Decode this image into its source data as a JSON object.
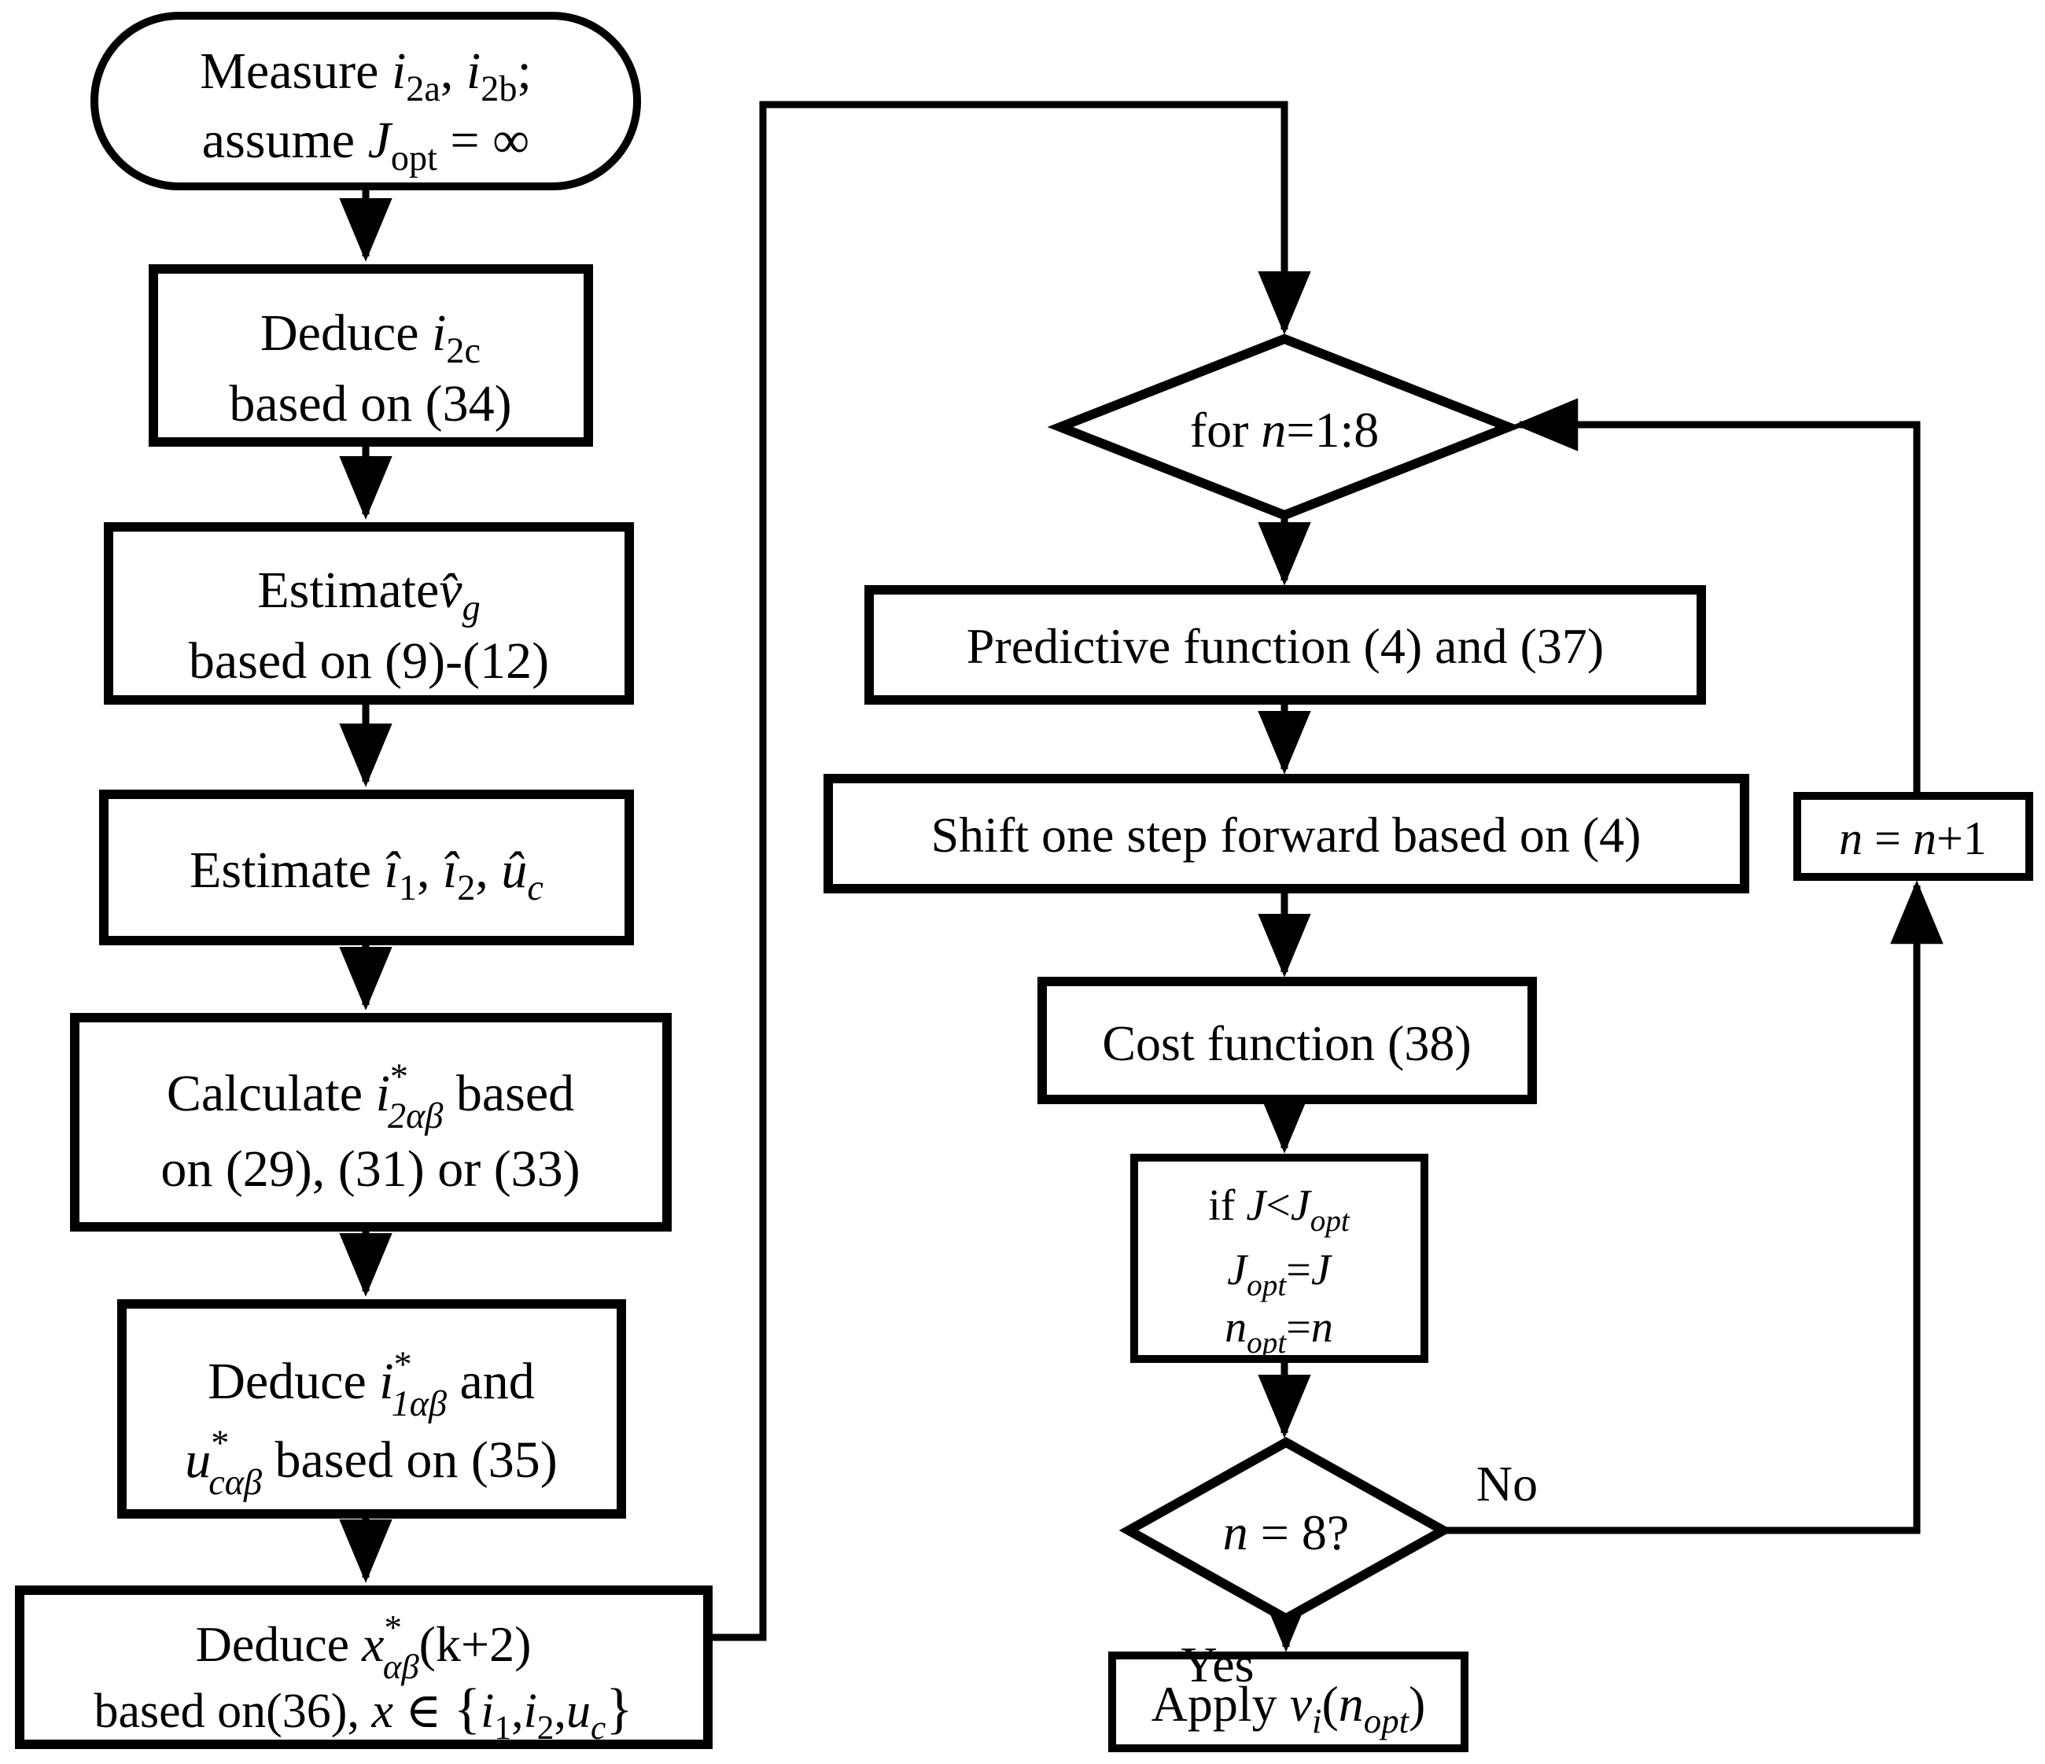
{
  "colors": {
    "line": "#000000",
    "background": "#ffffff"
  },
  "nodes": {
    "start": {
      "line1": [
        "Measure ",
        "i",
        "2a",
        ", ",
        "i",
        "2b",
        ";"
      ],
      "line2": [
        "assume ",
        "J",
        "opt",
        " = ",
        "∞"
      ]
    },
    "deduce_i2c": {
      "line1": [
        "Deduce ",
        "i",
        "2c"
      ],
      "line2": [
        "based on (34)"
      ]
    },
    "estimate_vg": {
      "line1": [
        "Estimate",
        "v̂",
        "g"
      ],
      "line2": [
        "based on (9)-(12)"
      ]
    },
    "estimate_i1i2uc": {
      "line1": [
        "Estimate ",
        "î",
        "1",
        ", ",
        "î",
        "2",
        ", ",
        "û",
        "c"
      ]
    },
    "calc_i2ab": {
      "line1": [
        "Calculate ",
        "i",
        "*",
        "2αβ",
        " based"
      ],
      "line2": [
        "on (29), (31) or (33)"
      ]
    },
    "deduce_i1ab_ucab": {
      "line1": [
        "Deduce ",
        "i",
        "*",
        "1αβ",
        " and"
      ],
      "line2": [
        "u",
        "*",
        "cαβ",
        " based on (35)"
      ]
    },
    "deduce_xab": {
      "line1": [
        "Deduce ",
        "x",
        "*",
        "αβ",
        "(k+2)"
      ],
      "line2": [
        "based on(36), ",
        "x",
        " ∈ ",
        "{",
        "i",
        "1",
        ",",
        "i",
        "2",
        ",",
        "u",
        "c",
        "}"
      ]
    },
    "for_loop": {
      "line1": [
        "for ",
        "n",
        "=1:8"
      ]
    },
    "predictive": {
      "line1": [
        "Predictive function (4) and (37)"
      ]
    },
    "shift": {
      "line1": [
        "Shift one step forward based on (4)"
      ]
    },
    "cost": {
      "line1": [
        "Cost function (38)"
      ]
    },
    "update_opt": {
      "line1": [
        "if ",
        "J",
        "<",
        "J",
        "opt"
      ],
      "line2": [
        "J",
        "opt",
        "=",
        "J"
      ],
      "line3": [
        "n",
        "opt",
        "=",
        "n"
      ]
    },
    "n_equals_8": {
      "line1": [
        "n",
        " = 8?"
      ]
    },
    "apply": {
      "line1": [
        "Apply ",
        "v",
        "i",
        "(",
        "n",
        "opt",
        ")"
      ]
    },
    "increment": {
      "line1": [
        "n",
        " = ",
        "n",
        "+1"
      ]
    }
  },
  "labels": {
    "no": "No",
    "yes": "Yes"
  }
}
